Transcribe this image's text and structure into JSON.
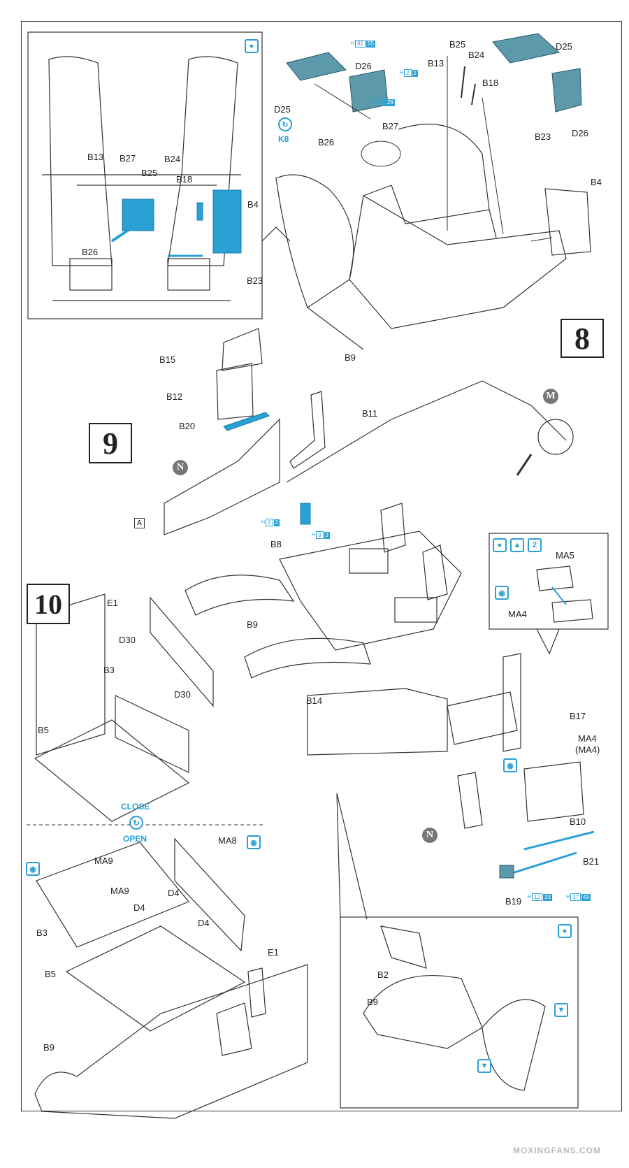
{
  "steps": {
    "s8": "8",
    "s9": "9",
    "s10": "10"
  },
  "labels": {
    "d25a": "D25",
    "d26a": "D26",
    "b13a": "B13",
    "b25a": "B25",
    "b24a": "B24",
    "b18a": "B18",
    "d25b": "D25",
    "d26b": "D26",
    "b26a": "B26",
    "b27a": "B27",
    "b23a": "B23",
    "b4a": "B4",
    "b9a": "B9",
    "k8": "K8",
    "i_b13": "B13",
    "i_b27": "B27",
    "i_b24": "B24",
    "i_b25": "B25",
    "i_b18": "B18",
    "i_b4": "B4",
    "i_b26": "B26",
    "i_b23": "B23",
    "b15": "B15",
    "b12": "B12",
    "b20": "B20",
    "b11": "B11",
    "b8": "B8",
    "rA": "A",
    "e1a": "E1",
    "d30a": "D30",
    "b3a": "B3",
    "d30b": "D30",
    "b5a": "B5",
    "b9b": "B9",
    "ma5": "MA5",
    "ma4a": "MA4",
    "b14": "B14",
    "b17": "B17",
    "ma4b": "MA4",
    "ma4c": "(MA4)",
    "b10": "B10",
    "b21": "B21",
    "b19": "B19",
    "close": "CLOSE",
    "open": "OPEN",
    "ma9a": "MA9",
    "ma8": "MA8",
    "ma9b": "MA9",
    "d4a": "D4",
    "d4b": "D4",
    "d4c": "D4",
    "b3b": "B3",
    "b5b": "B5",
    "e1b": "E1",
    "b9c": "B9",
    "b2": "B2",
    "b9d": "B9"
  },
  "refs": {
    "M": "M",
    "N1": "N",
    "N2": "N"
  },
  "codes": [
    {
      "h": "H",
      "a": "81",
      "b": "55"
    },
    {
      "h": "H",
      "a": "2",
      "b": "2"
    },
    {
      "h": "H",
      "a": "16",
      "b": "28"
    },
    {
      "h": "H",
      "a": "2",
      "b": "2"
    },
    {
      "h": "H",
      "a": "3",
      "b": "3"
    },
    {
      "h": "H",
      "a": "12",
      "b": "33"
    },
    {
      "h": "H",
      "a": "37",
      "b": "43"
    }
  ],
  "watermark": "MOXINGFANS.COM",
  "colors": {
    "accent": "#2aa0d4",
    "seat": "#5c9aab",
    "line": "#333333"
  }
}
